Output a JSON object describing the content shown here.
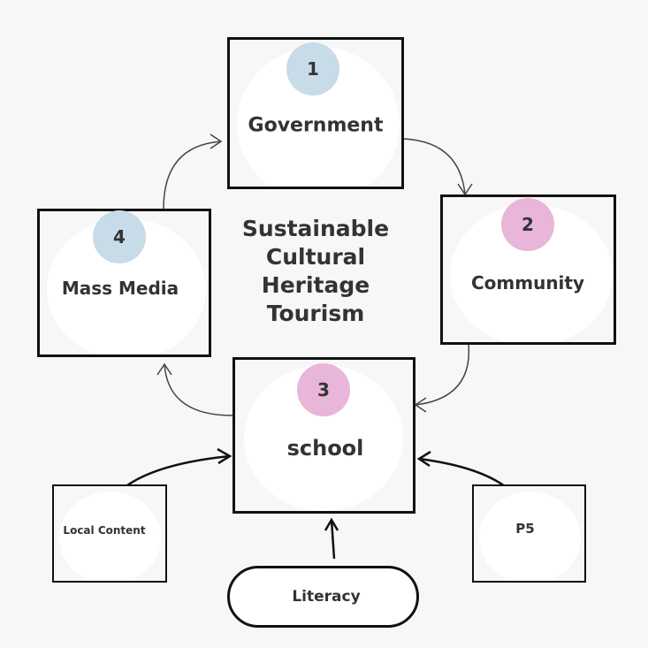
{
  "title_lines": [
    "Sustainable",
    "Cultural",
    "Heritage",
    "Tourism"
  ],
  "nodes": {
    "government": {
      "number": "1",
      "label": "Government"
    },
    "community": {
      "number": "2",
      "label": "Community"
    },
    "school": {
      "number": "3",
      "label": "school"
    },
    "mass_media": {
      "number": "4",
      "label": "Mass Media"
    },
    "local_content": {
      "label": "Local Content"
    },
    "p5": {
      "label": "P5"
    },
    "literacy": {
      "label": "Literacy"
    }
  },
  "colors": {
    "blue_badge": "#c7dbe8",
    "pink_badge": "#e9b5d9",
    "border": "#111111"
  }
}
